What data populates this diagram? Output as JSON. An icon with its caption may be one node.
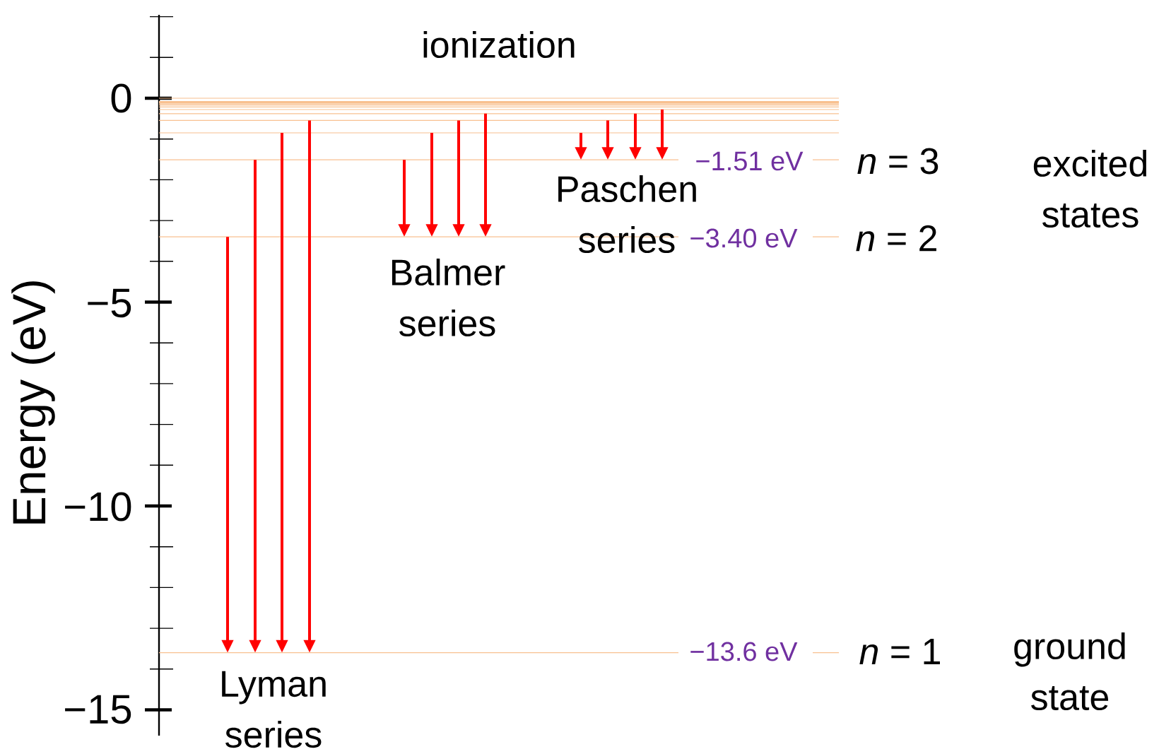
{
  "diagram": {
    "labels": [
      "ionization",
      "0",
      "−1.51 eV",
      "*n* = 3",
      "excited states",
      "Paschen series",
      "−3.40 eV",
      "*n* = 2",
      "Balmer series",
      "−5",
      "Energy (eV)",
      "−10",
      "−13.6 eV",
      "*n* = 1",
      "ground state",
      "−15",
      "Lyman series"
    ]
  }
}
